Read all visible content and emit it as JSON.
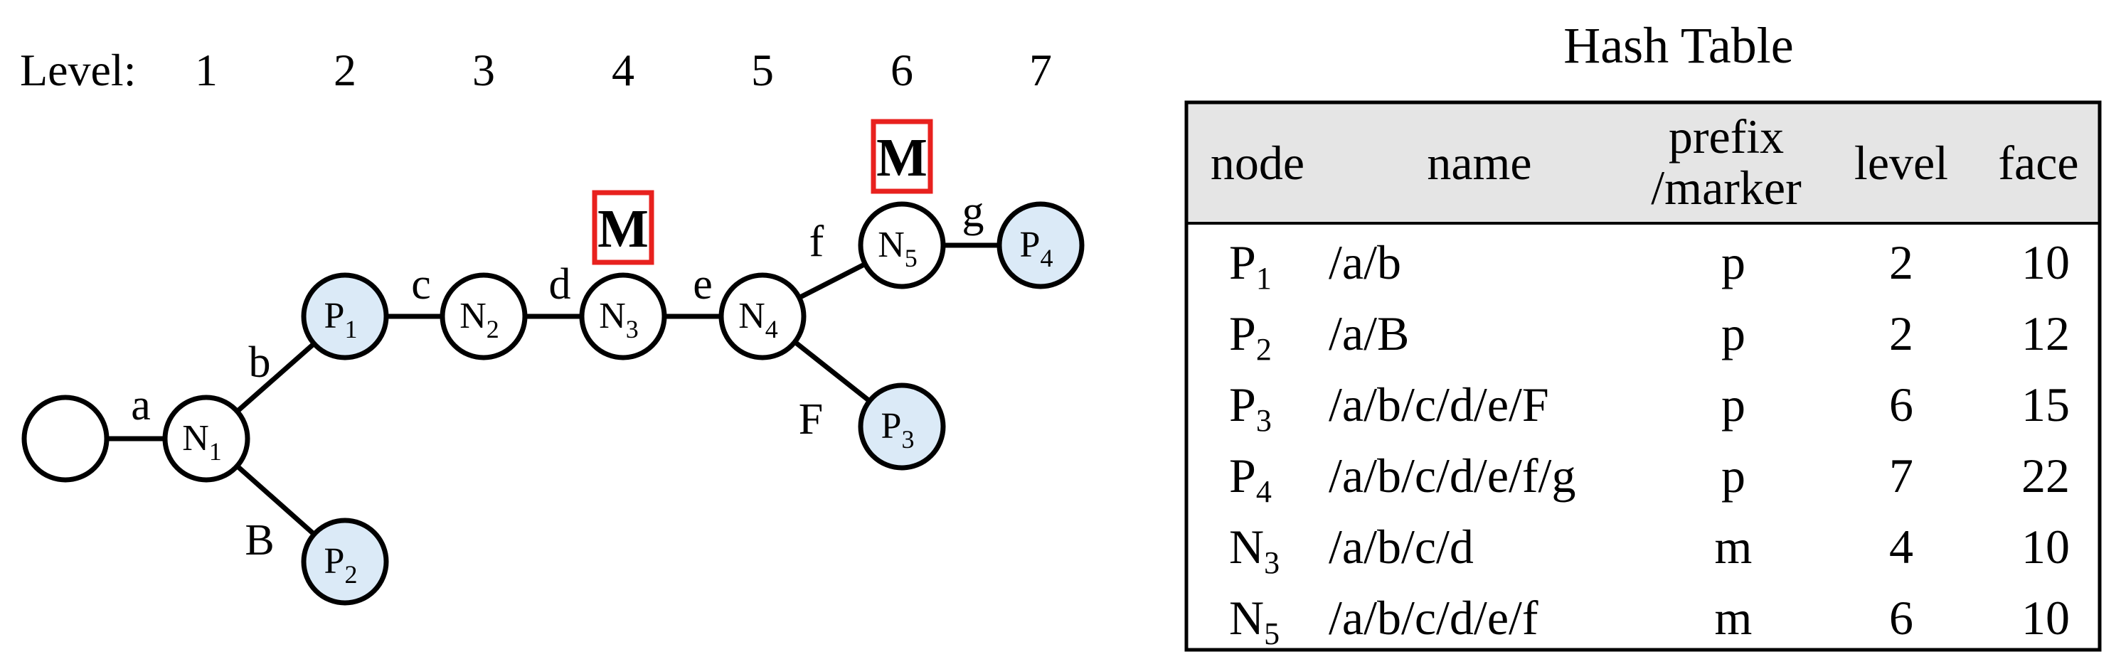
{
  "levels": {
    "prefix": "Level:",
    "numbers": [
      "1",
      "2",
      "3",
      "4",
      "5",
      "6",
      "7"
    ]
  },
  "trie": {
    "nodes": [
      {
        "id": "root",
        "label": "",
        "sub": "",
        "type": "root"
      },
      {
        "id": "N1",
        "label": "N",
        "sub": "1",
        "type": "internal"
      },
      {
        "id": "P1",
        "label": "P",
        "sub": "1",
        "type": "prefix"
      },
      {
        "id": "P2",
        "label": "P",
        "sub": "2",
        "type": "prefix"
      },
      {
        "id": "N2",
        "label": "N",
        "sub": "2",
        "type": "internal"
      },
      {
        "id": "N3",
        "label": "N",
        "sub": "3",
        "type": "internal"
      },
      {
        "id": "N4",
        "label": "N",
        "sub": "4",
        "type": "internal"
      },
      {
        "id": "N5",
        "label": "N",
        "sub": "5",
        "type": "internal"
      },
      {
        "id": "P3",
        "label": "P",
        "sub": "3",
        "type": "prefix"
      },
      {
        "id": "P4",
        "label": "P",
        "sub": "4",
        "type": "prefix"
      }
    ],
    "edges": [
      {
        "from": "root",
        "to": "N1",
        "label": "a"
      },
      {
        "from": "N1",
        "to": "P1",
        "label": "b"
      },
      {
        "from": "N1",
        "to": "P2",
        "label": "B"
      },
      {
        "from": "P1",
        "to": "N2",
        "label": "c"
      },
      {
        "from": "N2",
        "to": "N3",
        "label": "d"
      },
      {
        "from": "N3",
        "to": "N4",
        "label": "e"
      },
      {
        "from": "N4",
        "to": "N5",
        "label": "f"
      },
      {
        "from": "N4",
        "to": "P3",
        "label": "F"
      },
      {
        "from": "N5",
        "to": "P4",
        "label": "g"
      }
    ],
    "markers": [
      {
        "node": "N3",
        "label": "M"
      },
      {
        "node": "N5",
        "label": "M"
      }
    ]
  },
  "hash_table": {
    "title": "Hash Table",
    "headers": {
      "node": "node",
      "name": "name",
      "prefix_line1": "prefix",
      "prefix_line2": "/marker",
      "level": "level",
      "face": "face"
    },
    "rows": [
      {
        "node": "P",
        "sub": "1",
        "name": "/a/b",
        "type": "p",
        "level": "2",
        "face": "10"
      },
      {
        "node": "P",
        "sub": "2",
        "name": "/a/B",
        "type": "p",
        "level": "2",
        "face": "12"
      },
      {
        "node": "P",
        "sub": "3",
        "name": "/a/b/c/d/e/F",
        "type": "p",
        "level": "6",
        "face": "15"
      },
      {
        "node": "P",
        "sub": "4",
        "name": "/a/b/c/d/e/f/g",
        "type": "p",
        "level": "7",
        "face": "22"
      },
      {
        "node": "N",
        "sub": "3",
        "name": "/a/b/c/d",
        "type": "m",
        "level": "4",
        "face": "10"
      },
      {
        "node": "N",
        "sub": "5",
        "name": "/a/b/c/d/e/f",
        "type": "m",
        "level": "6",
        "face": "10"
      }
    ]
  },
  "colors": {
    "prefix_fill": "#dbeaf7",
    "internal_fill": "#ffffff",
    "marker_border": "#e8211e",
    "header_bg": "#e5e5e5",
    "line": "#000000"
  }
}
